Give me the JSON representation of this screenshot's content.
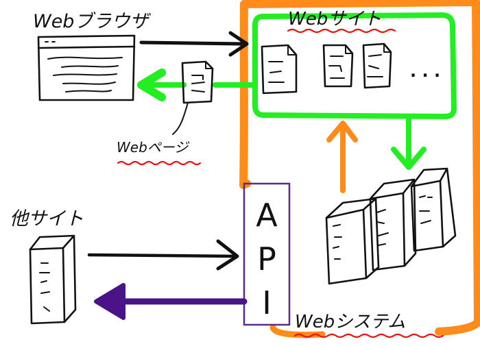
{
  "labels": {
    "web_browser": "Webブラウザ",
    "web_site": "Webサイト",
    "web_page": "Webページ",
    "other_site": "他サイト",
    "web_system": "Webシステム",
    "api_letters": [
      "A",
      "P",
      "I"
    ],
    "ellipsis": ". . ."
  },
  "colors": {
    "orange": "#ff8c1a",
    "green": "#22ee22",
    "purple": "#4a1388",
    "api_border": "#5b2a86",
    "underline_red": "#ee1111",
    "ink": "#111111"
  },
  "icons": {
    "browser": "browser-window-icon",
    "document": "document-icon",
    "server": "server-tower-icon"
  }
}
